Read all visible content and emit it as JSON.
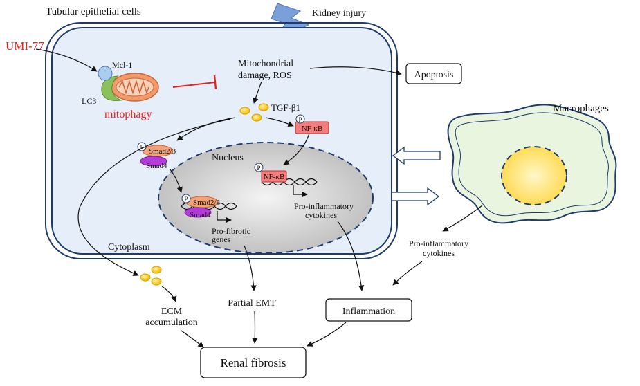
{
  "labels": {
    "tubular_cells": "Tubular epithelial cells",
    "kidney_injury": "Kidney injury",
    "umi77": "UMI-77",
    "mcl1": "Mcl-1",
    "lc3": "LC3",
    "mitophagy": "mitophagy",
    "mito_damage_1": "Mitochondrial",
    "mito_damage_2": "damage, ROS",
    "apoptosis": "Apoptosis",
    "tgfb1": "TGF-β1",
    "p": "P",
    "nfkb": "NF-κB",
    "smad23": "Smad2/3",
    "smad4": "Smad4",
    "nucleus": "Nucleus",
    "macrophages": "Macrophages",
    "pro_infl_nuc_1": "Pro-inflammatory",
    "pro_infl_nuc_2": "cytokines",
    "pro_fibrotic_1": "Pro-fibrotic",
    "pro_fibrotic_2": "genes",
    "cytoplasm": "Cytoplasm",
    "pro_infl_mac_1": "Pro-inflammatory",
    "pro_infl_mac_2": "cytokines",
    "ecm_1": "ECM",
    "ecm_2": "accumulation",
    "partial_emt": "Partial EMT",
    "inflammation": "Inflammation",
    "renal_fibrosis": "Renal fibrosis"
  },
  "colors": {
    "accent_red": "#e8221b",
    "cell_fill": "#e6eef9",
    "cell_stroke": "#1f3b6e",
    "nfkb_fill": "#f47c7c",
    "smad23_fill": "#f3a477",
    "smad4_fill": "#b43ad9",
    "tgf_fill": "#f5c518",
    "macrophage_fill": "#eaf5e0",
    "nucleus_core": "#ffe88a"
  }
}
